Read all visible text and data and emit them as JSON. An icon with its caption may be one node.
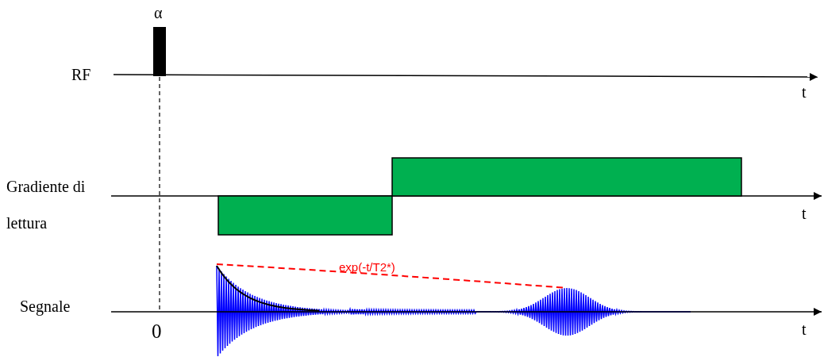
{
  "diagram": {
    "nodes": [
      {
        "text": [],
        "shape": "bar"
      },
      {
        "text": [],
        "shape": "bar"
      }
    ],
    "labels": [
      "α",
      "RF",
      "t",
      "Gradiente di lettura",
      "t",
      "exp(-t/T2*)",
      "Segnale",
      "0",
      "t"
    ]
  }
}
